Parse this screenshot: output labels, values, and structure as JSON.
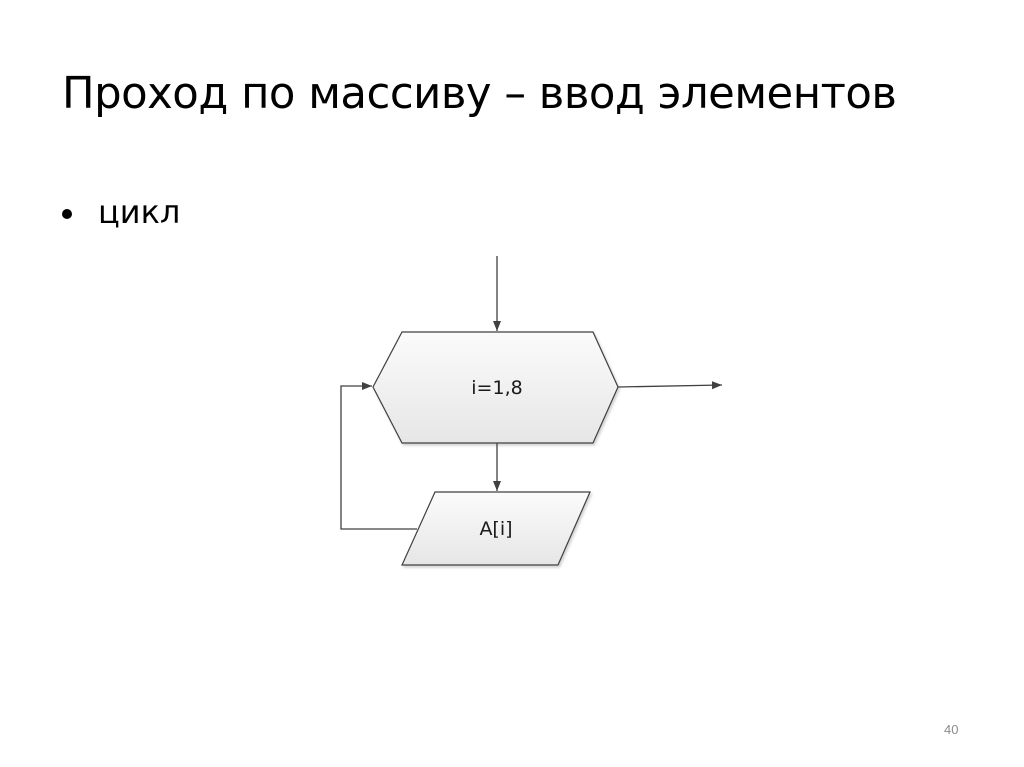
{
  "slide": {
    "title": "Проход по массиву – ввод элементов",
    "bullets": [
      {
        "text": "цикл"
      }
    ],
    "page_number": "40"
  },
  "flowchart": {
    "nodes": [
      {
        "id": "loop",
        "shape": "hexagon",
        "label": "i=1,8"
      },
      {
        "id": "input",
        "shape": "parallelogram",
        "label": "A[i]"
      }
    ],
    "edges": [
      {
        "from": "entry",
        "to": "loop"
      },
      {
        "from": "loop",
        "to": "input"
      },
      {
        "from": "input",
        "to": "loop",
        "type": "loop-back"
      },
      {
        "from": "loop",
        "to": "exit"
      }
    ],
    "colors": {
      "stroke": "#404040",
      "fill_top": "#fbfbfb",
      "fill_bottom": "#e6e6e6"
    }
  }
}
